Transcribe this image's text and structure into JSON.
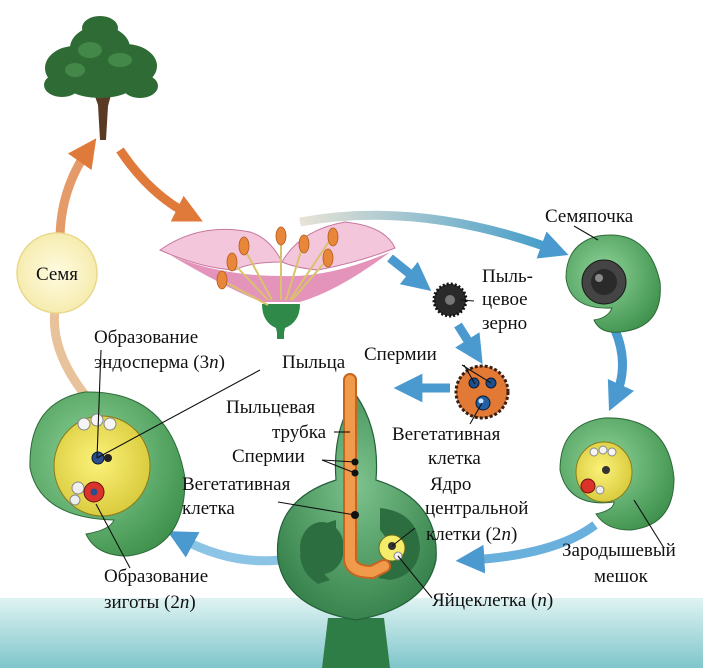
{
  "labels": {
    "seed": "Семя",
    "ovule": "Семяпочка",
    "pollen_grain_1": "Пыль-",
    "pollen_grain_2": "цевое",
    "pollen_grain_3": "зерно",
    "pollen": "Пыльца",
    "sperms_top": "Спермии",
    "endosperm_1": "Образование",
    "endosperm_2a": "эндосперма (3",
    "endosperm_2n": "n",
    "endosperm_2b": ")",
    "pollen_tube_1": "Пыльцевая",
    "pollen_tube_2": "трубка",
    "sperms_mid": "Спермии",
    "veg_cell_left_1": "Вегетативная",
    "veg_cell_left_2": "клетка",
    "veg_cell_right_1": "Вегетативная",
    "veg_cell_right_2": "клетка",
    "central_nucleus_1": "Ядро",
    "central_nucleus_2": "центральной",
    "central_nucleus_3a": "клетки  (2",
    "central_nucleus_3n": "n",
    "central_nucleus_3b": ")",
    "embryo_sac_1": "Зародышевый",
    "embryo_sac_2": "мешок",
    "zygote_1": "Образование",
    "zygote_2a": "зиготы (2",
    "zygote_2n": "n",
    "zygote_2b": ")",
    "egg_a": "Яйцеклетка (",
    "egg_n": "n",
    "egg_b": ")"
  },
  "colors": {
    "arrow_blue": "#4a9ad0",
    "arrow_orange": "#e07a3a",
    "ovule_green": "#5fae6a",
    "petal_pink": "#e9a2c4",
    "anther_orange": "#e8873a",
    "seed_circle": "#fdf6c4",
    "water": "#a7d8da"
  }
}
